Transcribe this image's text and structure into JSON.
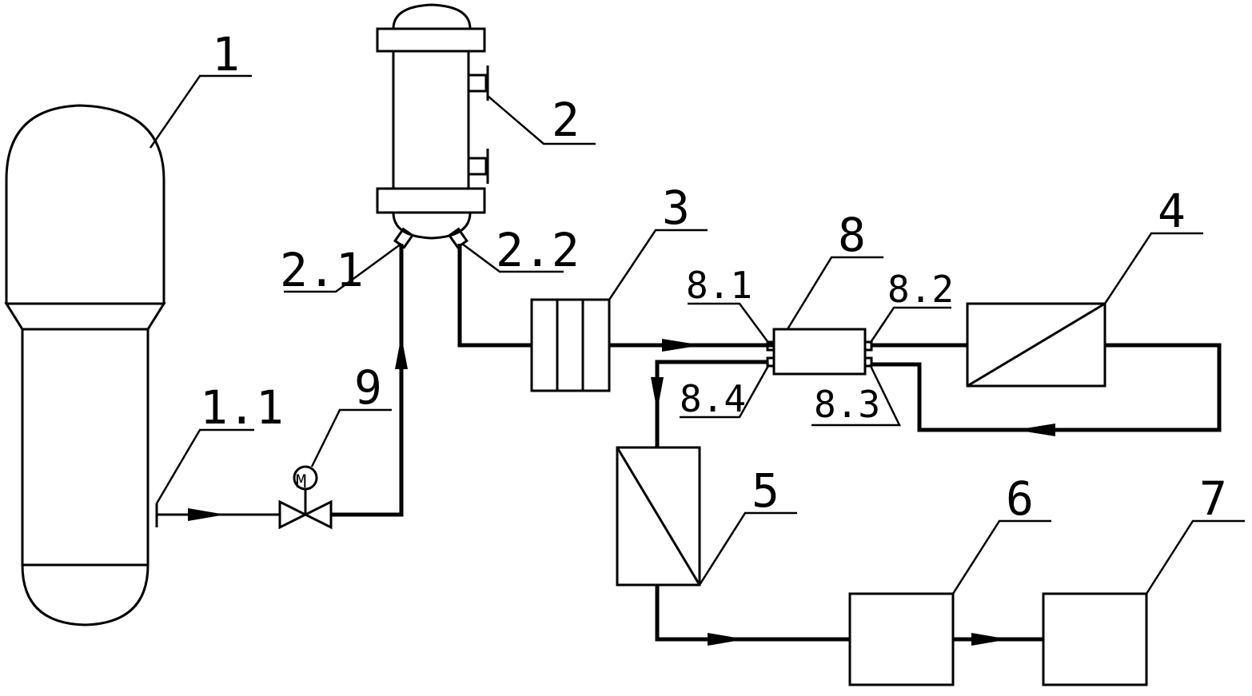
{
  "labels": {
    "vessel": "1",
    "vessel_outlet": "1.1",
    "heat_exchanger": "2",
    "hx_inlet": "2.1",
    "hx_outlet": "2.2",
    "filter": "3",
    "membrane_unit_4": "4",
    "membrane_unit_5": "5",
    "tank_6": "6",
    "tank_7": "7",
    "junction": "8",
    "junction_port_1": "8.1",
    "junction_port_2": "8.2",
    "junction_port_3": "8.3",
    "junction_port_4": "8.4",
    "valve": "9"
  }
}
